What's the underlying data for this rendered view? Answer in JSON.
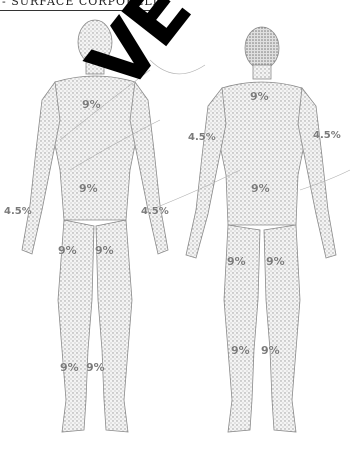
{
  "caption": "- SURFACE CORPORELLE",
  "watermark": "VE",
  "front": {
    "head_chest": "9%",
    "abdomen": "9%",
    "left_arm": "4.5%",
    "right_arm": "4.5%",
    "left_thigh": "9%",
    "right_thigh": "9%",
    "left_leg": "9%",
    "right_leg": "9%"
  },
  "back": {
    "upper_back": "9%",
    "lower_back": "9%",
    "left_arm": "4.5%",
    "right_arm": "4.5%",
    "left_thigh": "9%",
    "right_thigh": "9%",
    "left_leg": "9%",
    "right_leg": "9%"
  }
}
